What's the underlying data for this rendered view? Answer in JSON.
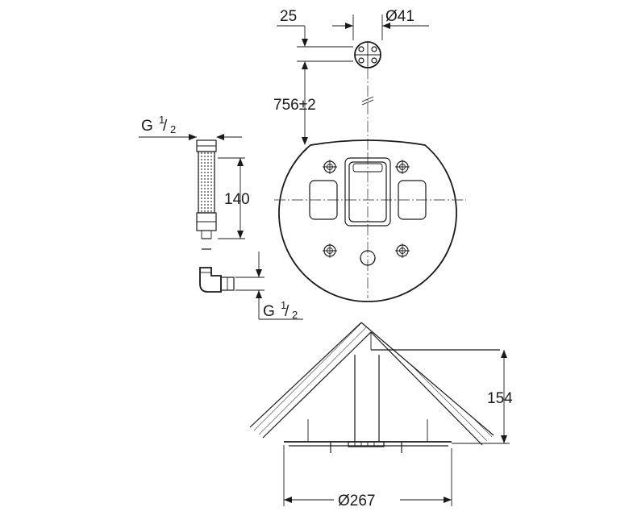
{
  "dimensions": {
    "top_offset": "25",
    "top_diameter": "Ø41",
    "vertical_distance": "756±2",
    "hose_thread_top": "G",
    "hose_thread_top_fraction_num": "1",
    "hose_thread_top_fraction_den": "2",
    "hose_length": "140",
    "hose_thread_bottom": "G",
    "hose_thread_bottom_fraction_num": "1",
    "hose_thread_bottom_fraction_den": "2",
    "shelf_depth": "154",
    "shelf_diameter": "Ø267"
  },
  "colors": {
    "line": "#1a1a1a",
    "background": "#ffffff"
  }
}
